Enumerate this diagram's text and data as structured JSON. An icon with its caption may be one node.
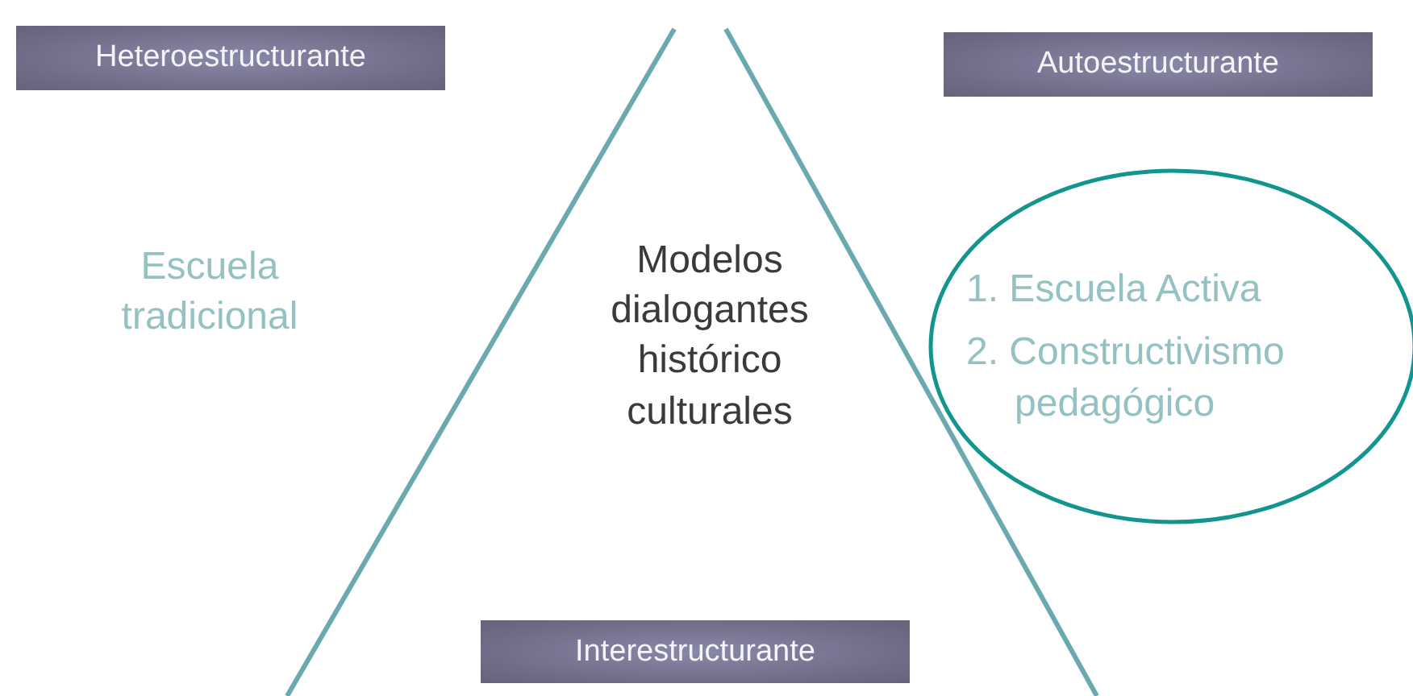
{
  "diagram": {
    "nodes": [
      {
        "text": [
          "Heteroestructurante"
        ]
      },
      {
        "text": [
          "Autoestructurante"
        ]
      },
      {
        "text": [
          "1. Escuela Activa",
          "2. Constructivismo pedagógico"
        ]
      },
      {
        "text": [
          "Interestructurante"
        ]
      }
    ],
    "labels": [
      "Escuela tradicional",
      "Modelos dialogantes histórico culturales"
    ]
  }
}
